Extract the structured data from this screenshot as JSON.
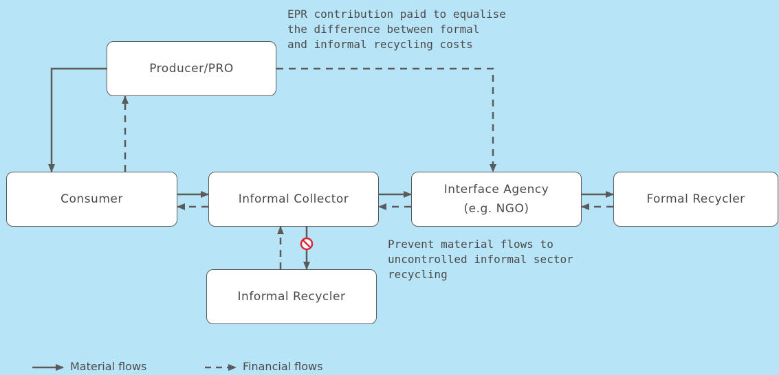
{
  "nodes": {
    "producer": "Producer/PRO",
    "consumer": "Consumer",
    "informal_collector": "Informal Collector",
    "interface_agency_line1": "Interface Agency",
    "interface_agency_line2": "(e.g. NGO)",
    "formal_recycler": "Formal Recycler",
    "informal_recycler": "Informal Recycler"
  },
  "notes": {
    "epr": [
      "EPR contribution paid to equalise",
      "the difference between formal",
      "and informal recycling costs"
    ],
    "prevent": [
      "Prevent material flows to",
      "uncontrolled informal sector",
      "recycling"
    ]
  },
  "legend": {
    "material": "Material flows",
    "financial": "Financial flows"
  },
  "icons": {
    "prohibited": "no-entry-icon"
  },
  "colors": {
    "background": "#b8e4f7",
    "box": "#ffffff",
    "line": "#5a5a5a",
    "prohibited": "#d9263a"
  }
}
